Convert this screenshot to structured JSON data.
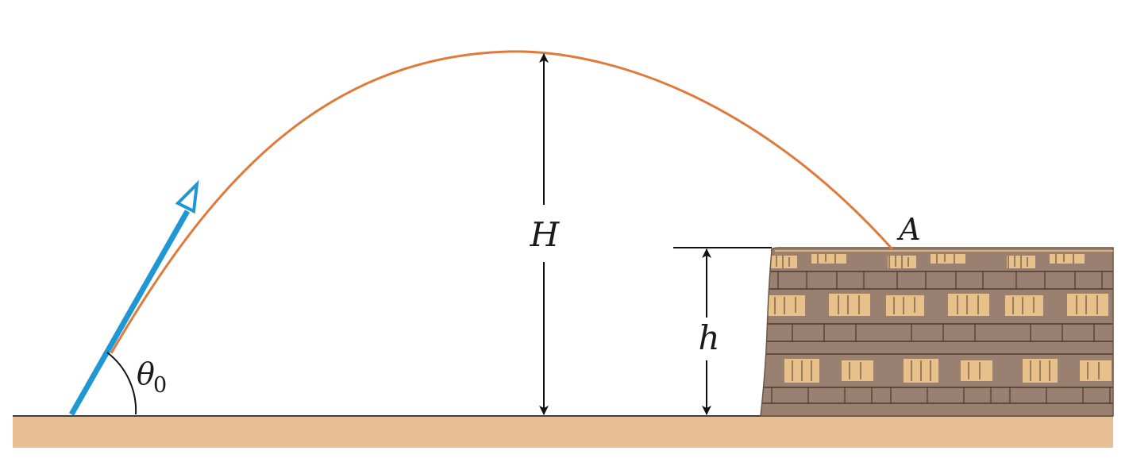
{
  "labels": {
    "max_height": "H",
    "cliff_height": "h",
    "landing_point": "A",
    "angle_symbol": "θ",
    "angle_subscript": "0"
  },
  "colors": {
    "ground": "#e7bf92",
    "ground_line": "#4a3c30",
    "trajectory": "#e07a3a",
    "velocity_arrow": "#1f97d4",
    "cliff_base": "#9a8070",
    "cliff_highlight": "#e8c08a",
    "cliff_crack": "#4a3a2e",
    "dimension_line": "#111111"
  },
  "icons": {
    "velocity_vector": "hollow-arrowhead",
    "dimension_arrows": "double-headed-arrow"
  }
}
